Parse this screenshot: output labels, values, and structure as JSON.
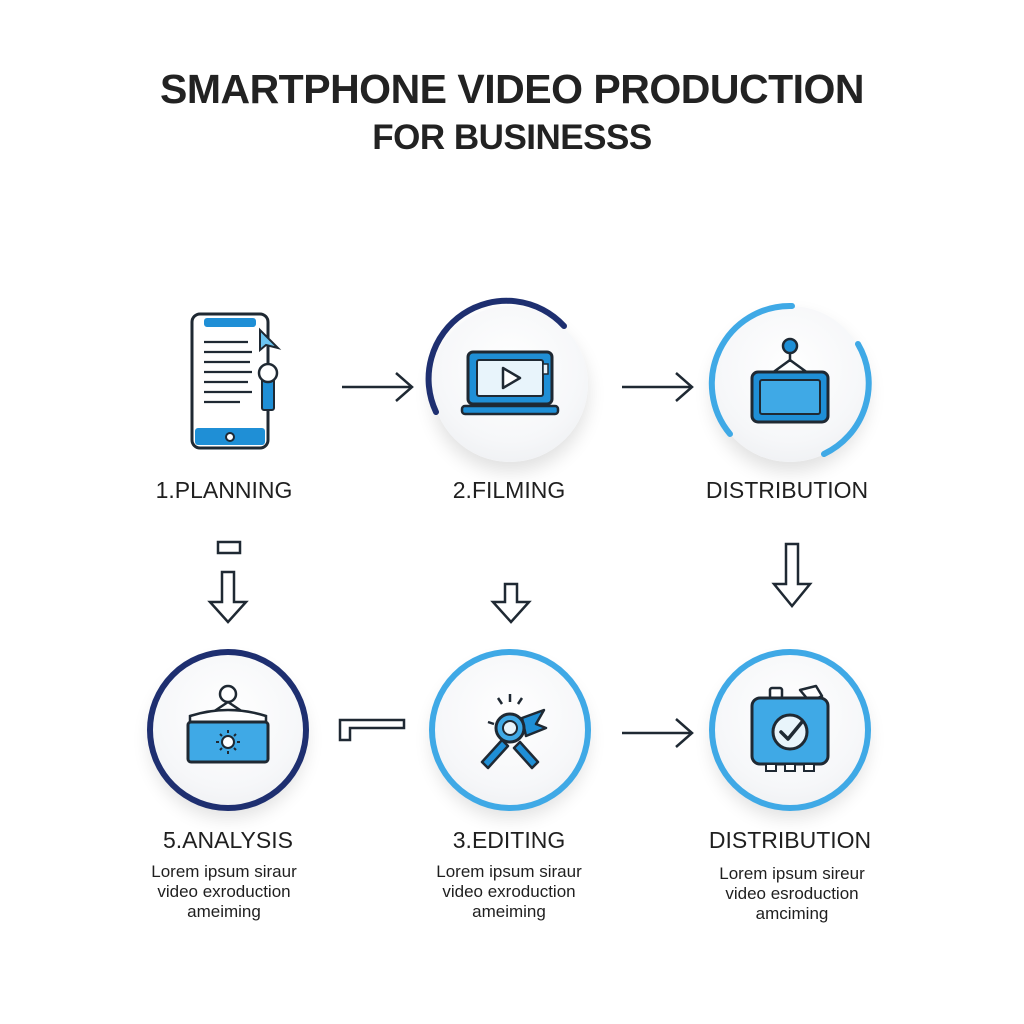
{
  "title": {
    "line1": "SMARTPHONE VIDEO PRODUCTION",
    "line2": "FOR BUSINESSS"
  },
  "colors": {
    "accent_blue": "#1f8fd6",
    "light_blue": "#3fa9e6",
    "navy": "#1e2f70",
    "outline": "#1f2933"
  },
  "steps": [
    {
      "label": "1.PLANNING",
      "icon": "phone-script-icon"
    },
    {
      "label": "2.FILMING",
      "icon": "laptop-play-icon"
    },
    {
      "label": "DISTRIBUTION",
      "icon": "hanging-screen-icon"
    },
    {
      "label": "5.ANALYSIS",
      "icon": "hanging-sign-icon",
      "desc": [
        "Lorem ipsum siraur",
        "video exroduction",
        "ameiming"
      ]
    },
    {
      "label": "3.EDITING",
      "icon": "tools-icon",
      "desc": [
        "Lorem ipsum siraur",
        "video exroduction",
        "ameiming"
      ]
    },
    {
      "label": "DISTRIBUTION",
      "icon": "case-check-icon",
      "desc": [
        "Lorem ipsum sireur",
        "video esroduction",
        "amciming"
      ]
    }
  ]
}
